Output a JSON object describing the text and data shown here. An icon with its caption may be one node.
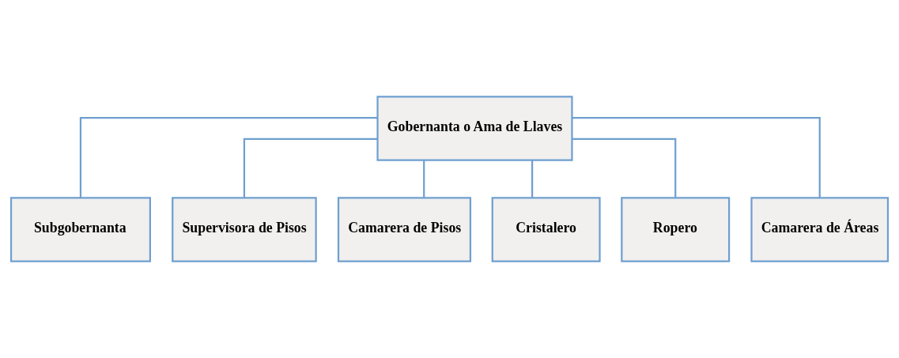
{
  "diagram": {
    "nodes": [
      {
        "text": [
          "Gobernanta o Ama de Llaves"
        ]
      },
      {
        "text": [
          "Subgobernanta"
        ]
      },
      {
        "text": [
          "Supervisora de Pisos"
        ]
      },
      {
        "text": [
          "Camarera de Pisos"
        ]
      },
      {
        "text": [
          "Cristalero"
        ]
      },
      {
        "text": [
          "Ropero"
        ]
      },
      {
        "text": [
          "Camarera de Áreas"
        ]
      }
    ],
    "edges": [
      {
        "from": 0,
        "to": 1,
        "arrow": "none"
      },
      {
        "from": 0,
        "to": 2,
        "arrow": "none"
      },
      {
        "from": 0,
        "to": 3,
        "arrow": "none"
      },
      {
        "from": 0,
        "to": 4,
        "arrow": "none"
      },
      {
        "from": 0,
        "to": 5,
        "arrow": "none"
      },
      {
        "from": 0,
        "to": 6,
        "arrow": "none"
      }
    ]
  }
}
